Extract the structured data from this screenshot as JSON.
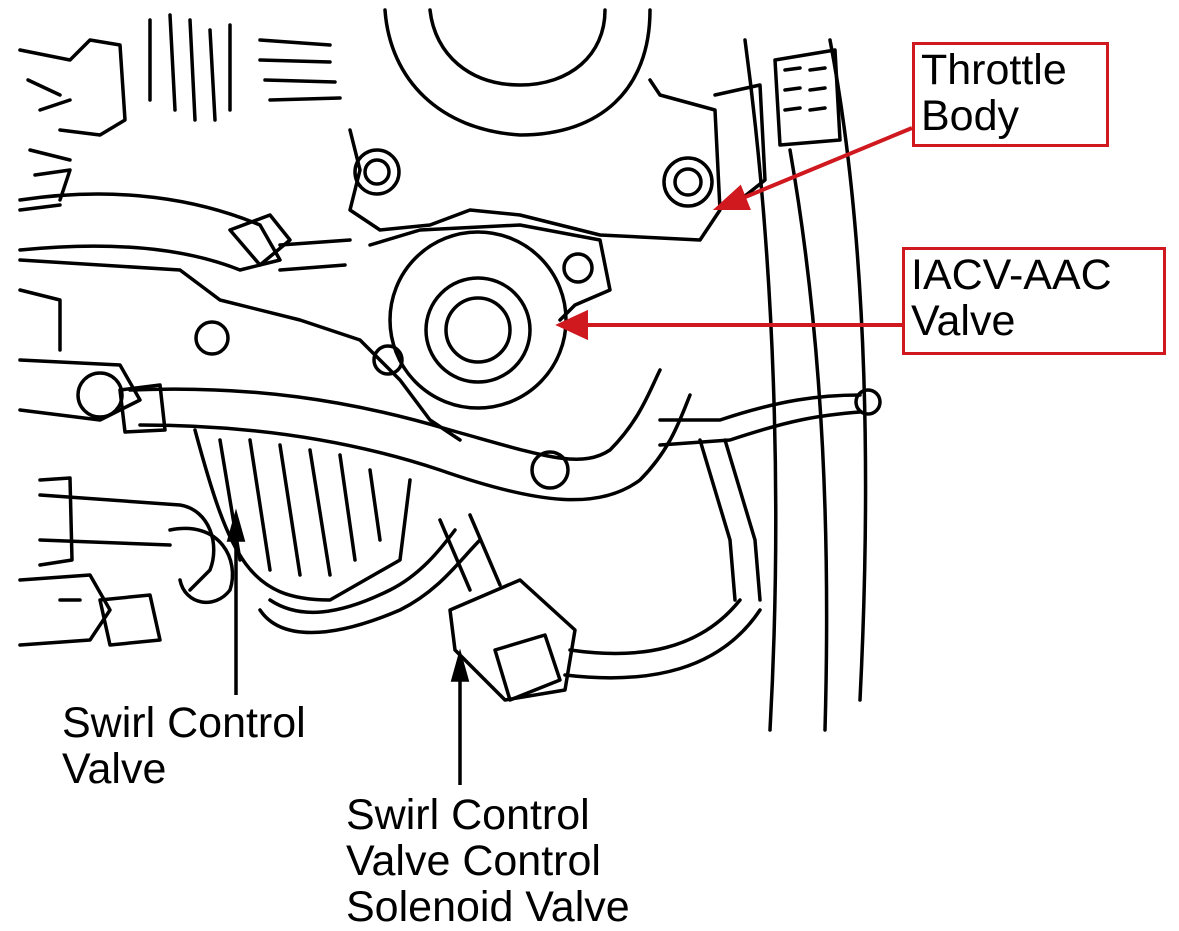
{
  "labels": {
    "throttle_body": [
      "Throttle",
      "Body"
    ],
    "iacv": [
      "IACV-AAC",
      "Valve"
    ],
    "swirl_valve": [
      "Swirl Control",
      "Valve"
    ],
    "solenoid": [
      "Swirl Control",
      "Valve Control",
      "Solenoid Valve"
    ]
  },
  "colors": {
    "callout": "#d0181f",
    "ink": "#000000",
    "paper": "#ffffff"
  }
}
